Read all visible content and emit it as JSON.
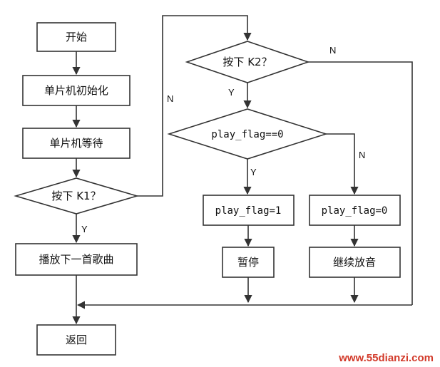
{
  "nodes": {
    "start": "开始",
    "init": "单片机初始化",
    "wait": "单片机等待",
    "k1": "按下 K1？",
    "next_song": "播放下一首歌曲",
    "ret": "返回",
    "k2": "按下 K2？",
    "flag_check": "play_flag==0",
    "flag_set1": "play_flag=1",
    "flag_set0": "play_flag=0",
    "pause": "暂停",
    "resume": "继续放音"
  },
  "edge_labels": {
    "k1_yes": "Y",
    "k1_no": "N",
    "k2_yes": "Y",
    "k2_no": "N",
    "flag_yes": "Y",
    "flag_no": "N"
  },
  "watermark": "www.55dianzi.com",
  "colors": {
    "stroke": "#333333",
    "watermark": "#d23a2a"
  }
}
